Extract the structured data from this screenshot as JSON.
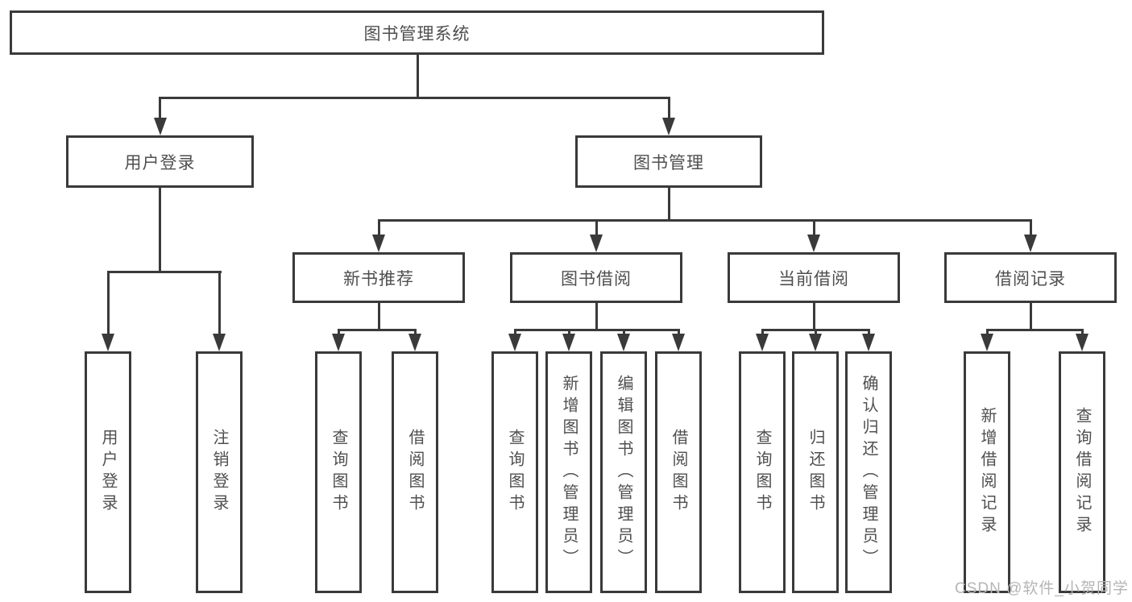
{
  "diagram": {
    "root": {
      "label": "图书管理系统"
    },
    "branches": [
      {
        "label": "用户登录",
        "leaves": [
          {
            "label": "用户登录"
          },
          {
            "label": "注销登录"
          }
        ]
      },
      {
        "label": "图书管理",
        "groups": [
          {
            "label": "新书推荐",
            "leaves": [
              {
                "label": "查询图书"
              },
              {
                "label": "借阅图书"
              }
            ]
          },
          {
            "label": "图书借阅",
            "leaves": [
              {
                "label": "查询图书"
              },
              {
                "label": "新增图书（管理员）"
              },
              {
                "label": "编辑图书（管理员）"
              },
              {
                "label": "借阅图书"
              }
            ]
          },
          {
            "label": "当前借阅",
            "leaves": [
              {
                "label": "查询图书"
              },
              {
                "label": "归还图书"
              },
              {
                "label": "确认归还（管理员）"
              }
            ]
          },
          {
            "label": "借阅记录",
            "leaves": [
              {
                "label": "新增借阅记录"
              },
              {
                "label": "查询借阅记录"
              }
            ]
          }
        ]
      }
    ]
  },
  "watermark": {
    "text": "CSDN @软件_小贺同学"
  },
  "colors": {
    "line": "#3a3a3a",
    "text": "#4f4f4f",
    "watermark": "#b5b5b5",
    "background": "#ffffff"
  }
}
